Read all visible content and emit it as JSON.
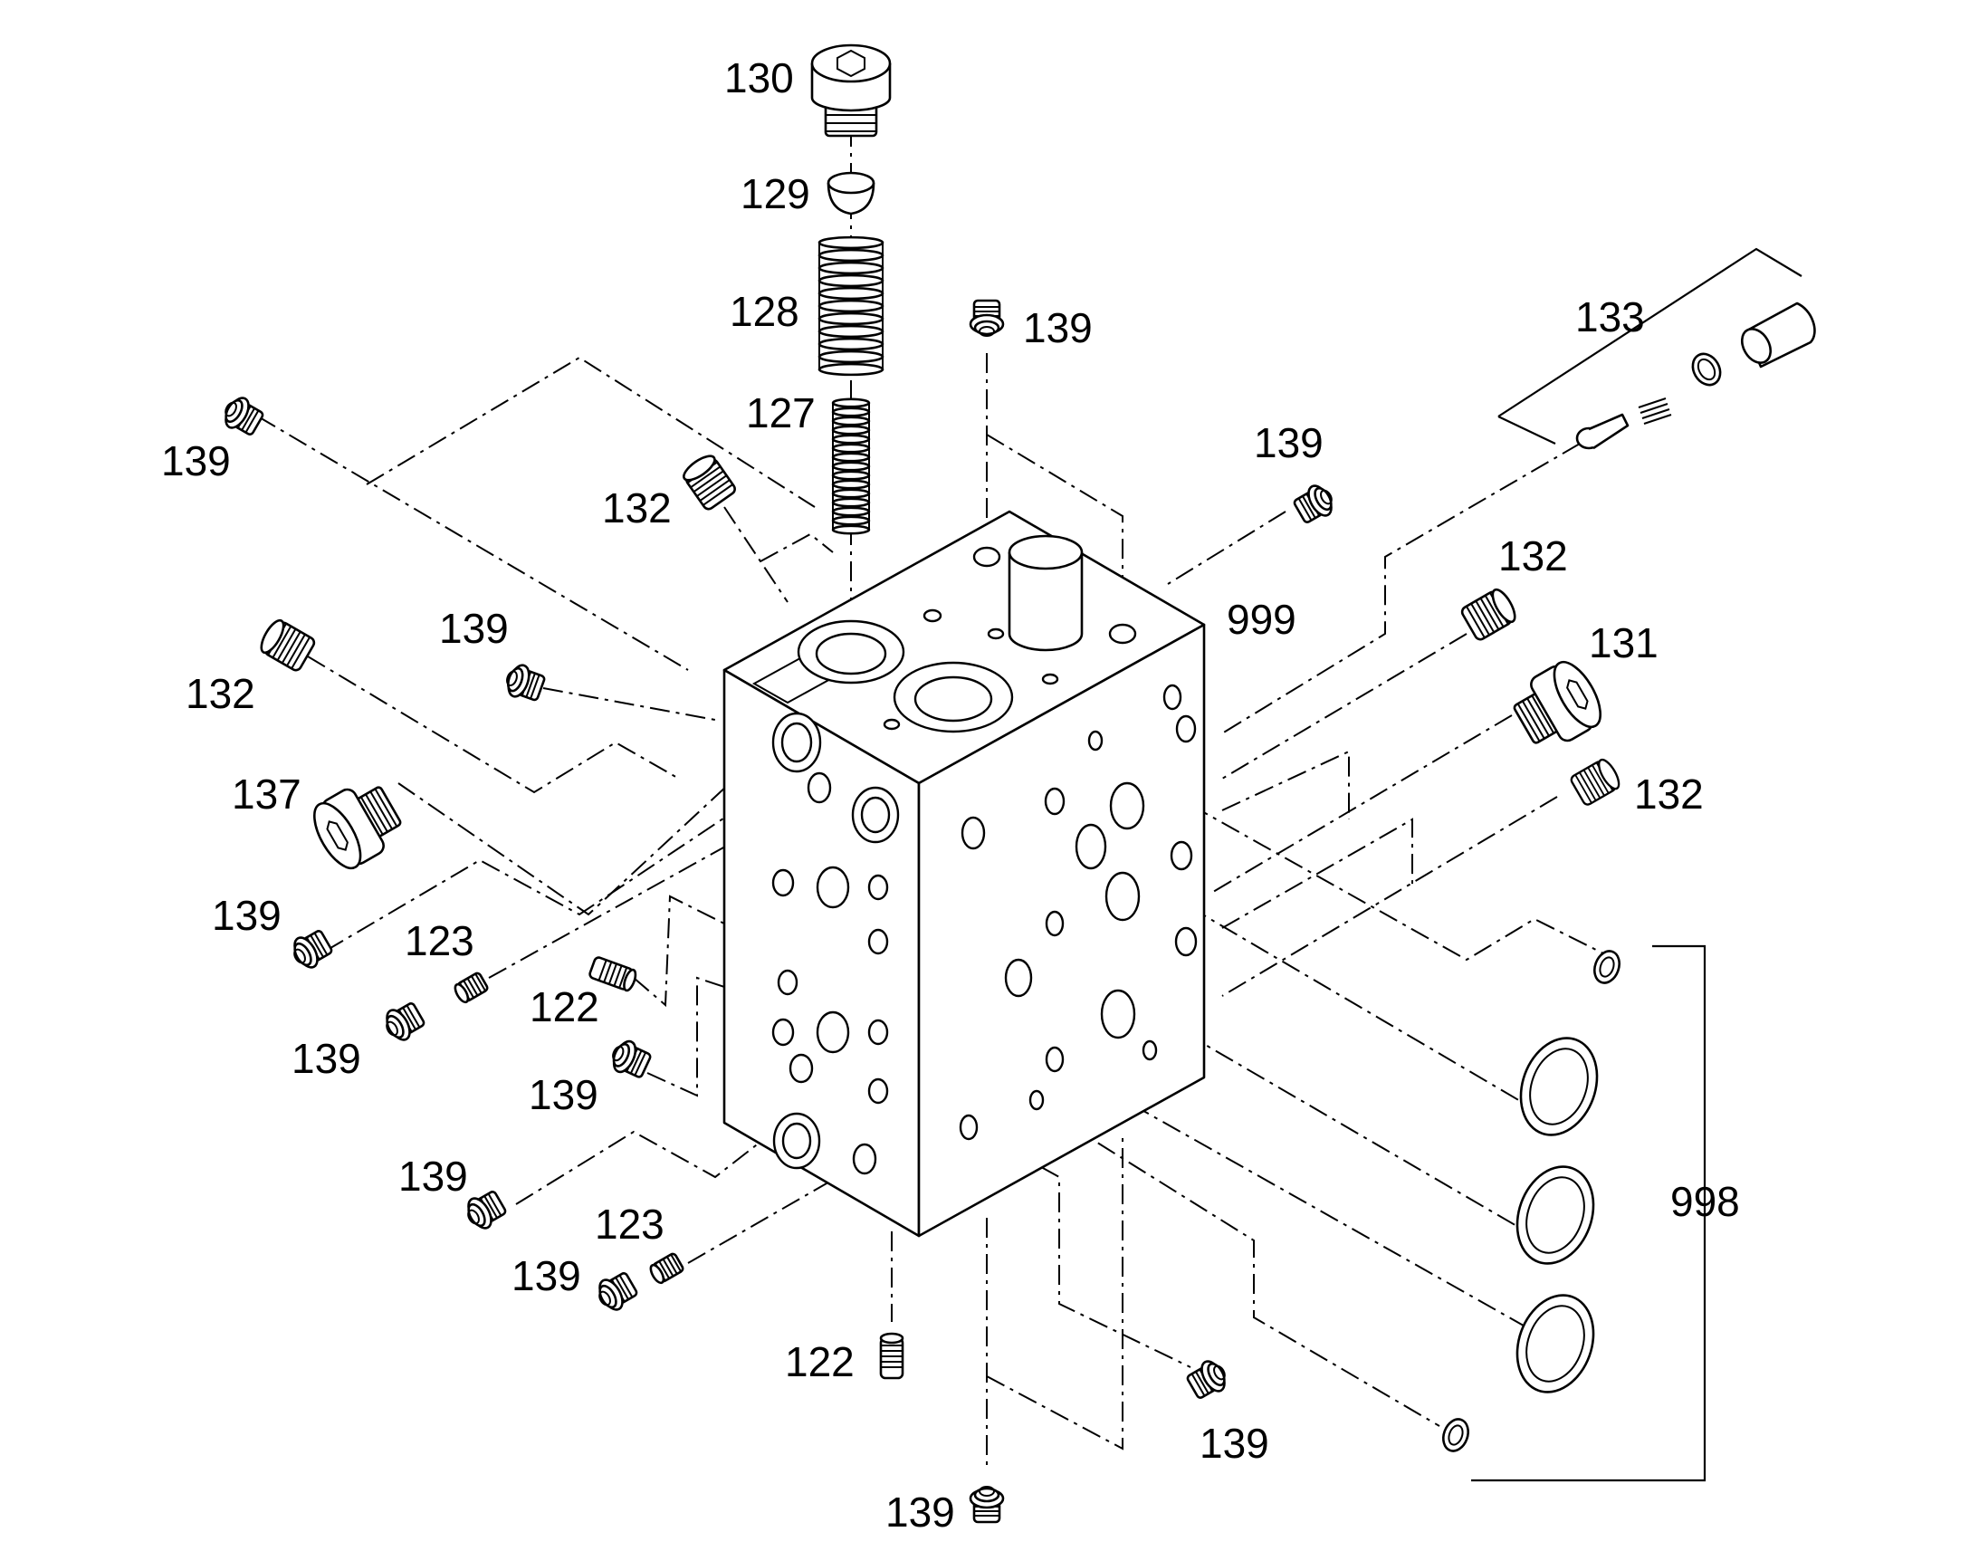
{
  "labels": {
    "l130": "130",
    "l129": "129",
    "l128": "128",
    "l127": "127",
    "l139_top": "139",
    "l133": "133",
    "l139_left": "139",
    "l132_upper": "132",
    "l139_right": "139",
    "l132_right": "132",
    "l999": "999",
    "l131": "131",
    "l139_mid": "139",
    "l132_left": "132",
    "l132_lower_right": "132",
    "l137": "137",
    "l139_a": "139",
    "l123_a": "123",
    "l122_a": "122",
    "l139_b": "139",
    "l139_c": "139",
    "l139_d": "139",
    "l123_b": "123",
    "l139_e": "139",
    "l122_b": "122",
    "l998": "998",
    "l139_bottom_right": "139",
    "l139_bottom": "139"
  },
  "icons": [
    "valve-block-icon",
    "socket-head-plug-icon",
    "spring-cap-icon",
    "outer-spring-icon",
    "inner-spring-icon",
    "plug-screw-icon",
    "threaded-plug-icon",
    "o-ring-icon",
    "relief-valve-assembly-icon"
  ]
}
